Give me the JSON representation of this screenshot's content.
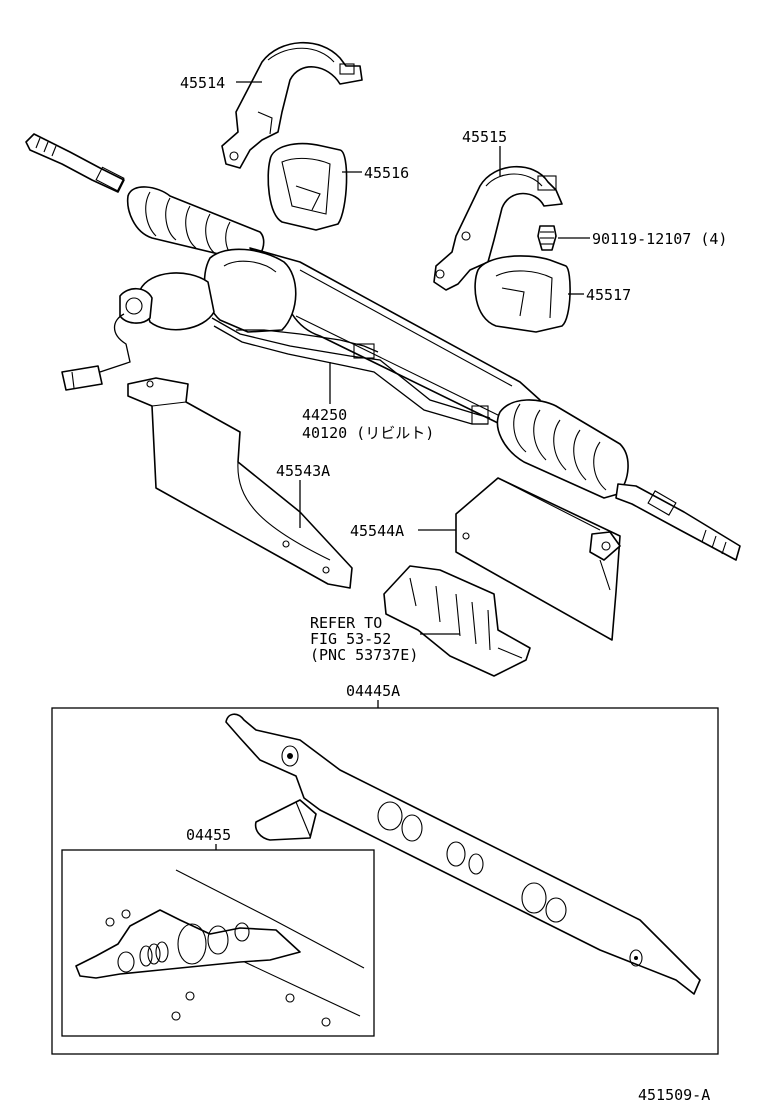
{
  "labels": {
    "p45514": "45514",
    "p45515": "45515",
    "p45516": "45516",
    "p45517": "45517",
    "p90119": "90119-12107 (4)",
    "p44250": "44250",
    "p40120": "40120 (リビルト)",
    "p45543A": "45543A",
    "p45544A": "45544A",
    "refer1": "REFER TO",
    "refer2": "FIG 53-52",
    "refer3": "(PNC 53737E)",
    "p04445A": "04445A",
    "p04455": "04455",
    "figno": "451509-A"
  }
}
